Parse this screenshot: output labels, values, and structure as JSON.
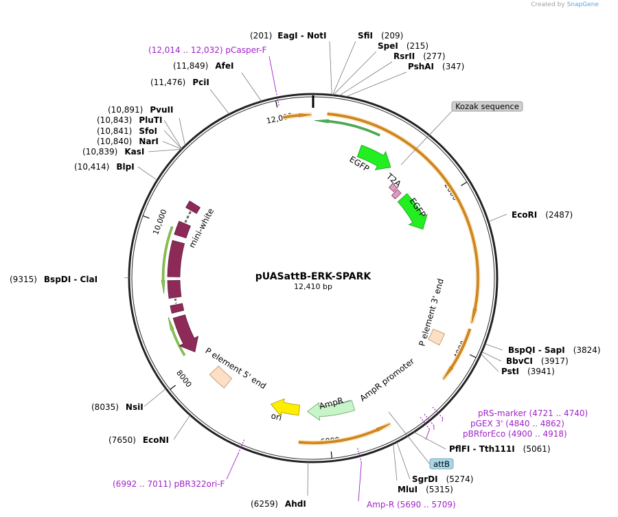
{
  "credit": {
    "prefix": "Created by",
    "brand": "SnapGene"
  },
  "map": {
    "name": "pUASattB-ERK-SPARK",
    "length_label": "12,410 bp",
    "total_bp": 12410,
    "colors": {
      "backbone": "#222222",
      "enzyme": "#000000",
      "primer": "#a020c8",
      "evenspace": "#ff8800",
      "egfp": "#22ee22",
      "miniwhite": "#8e2a58",
      "ampr": "#c8f5c8",
      "ori": "#ffee00",
      "pelement": "#fde0c4",
      "kozak": "#d0d0d0",
      "attb": "#a8d8e8"
    },
    "ticks": [
      {
        "bp": 2000,
        "label": "2000"
      },
      {
        "bp": 4000,
        "label": "4000"
      },
      {
        "bp": 6000,
        "label": "6000"
      },
      {
        "bp": 8000,
        "label": "8000"
      },
      {
        "bp": 10000,
        "label": "10,000"
      },
      {
        "bp": 12000,
        "label": "12,000"
      }
    ]
  },
  "labels": {
    "enzymes": [
      {
        "id": "eagi-noti",
        "pos": "(201)",
        "name": "EagI  - NotI",
        "bp": 201
      },
      {
        "id": "sfii",
        "pos": "(209)",
        "name": "SfiI",
        "bp": 209
      },
      {
        "id": "spei",
        "pos": "(215)",
        "name": "SpeI",
        "bp": 215
      },
      {
        "id": "rsrii",
        "pos": "(277)",
        "name": "RsrII",
        "bp": 277
      },
      {
        "id": "pshai",
        "pos": "(347)",
        "name": "PshAI",
        "bp": 347
      },
      {
        "id": "ecori",
        "pos": "(2487)",
        "name": "EcoRI",
        "bp": 2487
      },
      {
        "id": "bspqi-sapi",
        "pos": "(3824)",
        "name": "BspQI  - SapI",
        "bp": 3824
      },
      {
        "id": "bbvci",
        "pos": "(3917)",
        "name": "BbvCI",
        "bp": 3917
      },
      {
        "id": "psti",
        "pos": "(3941)",
        "name": "PstI",
        "bp": 3941
      },
      {
        "id": "pflfi-tth111i",
        "pos": "(5061)",
        "name": "PflFI  - Tth111I",
        "bp": 5061
      },
      {
        "id": "sgrdi",
        "pos": "(5274)",
        "name": "SgrDI",
        "bp": 5274
      },
      {
        "id": "mlui",
        "pos": "(5315)",
        "name": "MluI",
        "bp": 5315
      },
      {
        "id": "ahdi",
        "pos": "(6259)",
        "name": "AhdI",
        "bp": 6259
      },
      {
        "id": "econi",
        "pos": "(7650)",
        "name": "EcoNI",
        "bp": 7650
      },
      {
        "id": "nsii",
        "pos": "(8035)",
        "name": "NsiI",
        "bp": 8035
      },
      {
        "id": "bspdi-clai",
        "pos": "(9315)",
        "name": "BspDI  - ClaI",
        "bp": 9315
      },
      {
        "id": "blpi",
        "pos": "(10,414)",
        "name": "BlpI",
        "bp": 10414
      },
      {
        "id": "kasi",
        "pos": "(10,839)",
        "name": "KasI",
        "bp": 10839
      },
      {
        "id": "nari",
        "pos": "(10,840)",
        "name": "NarI",
        "bp": 10840
      },
      {
        "id": "sfoi",
        "pos": "(10,841)",
        "name": "SfoI",
        "bp": 10841
      },
      {
        "id": "pluti",
        "pos": "(10,843)",
        "name": "PluTI",
        "bp": 10843
      },
      {
        "id": "pvuii",
        "pos": "(10,891)",
        "name": "PvuII",
        "bp": 10891
      },
      {
        "id": "pcii",
        "pos": "(11,476)",
        "name": "PciI",
        "bp": 11476
      },
      {
        "id": "afei",
        "pos": "(11,849)",
        "name": "AfeI",
        "bp": 11849
      }
    ],
    "primers": [
      {
        "id": "pcasper-f",
        "text": "(12,014 .. 12,032)  pCasper-F",
        "bp": 12023
      },
      {
        "id": "prs-marker",
        "text": "pRS-marker    (4721 .. 4740)",
        "bp": 4730
      },
      {
        "id": "pgex-3",
        "text": "pGEX 3'    (4840 .. 4862)",
        "bp": 4851
      },
      {
        "id": "pbrforeco",
        "text": "pBRforEco    (4900 .. 4918)",
        "bp": 4909
      },
      {
        "id": "amp-r",
        "text": "Amp-R    (5690 .. 5709)",
        "bp": 5700
      },
      {
        "id": "pbr322ori-f",
        "text": "(6992 .. 7011)  pBR322ori-F",
        "bp": 7001
      }
    ],
    "features": [
      {
        "id": "egfp-1",
        "text": "EGFP"
      },
      {
        "id": "t2a",
        "text": "T2A"
      },
      {
        "id": "egfp-2",
        "text": "EGFP"
      },
      {
        "id": "p-element-3",
        "text": "P element 3' end"
      },
      {
        "id": "ampr-promoter",
        "text": "AmpR promoter"
      },
      {
        "id": "ampr",
        "text": "AmpR"
      },
      {
        "id": "ori",
        "text": "ori"
      },
      {
        "id": "p-element-5",
        "text": "P element 5' end"
      },
      {
        "id": "mini-white",
        "text": "mini-white"
      }
    ],
    "boxes": [
      {
        "id": "kozak",
        "text": "Kozak sequence"
      },
      {
        "id": "attb",
        "text": "attB"
      }
    ]
  }
}
